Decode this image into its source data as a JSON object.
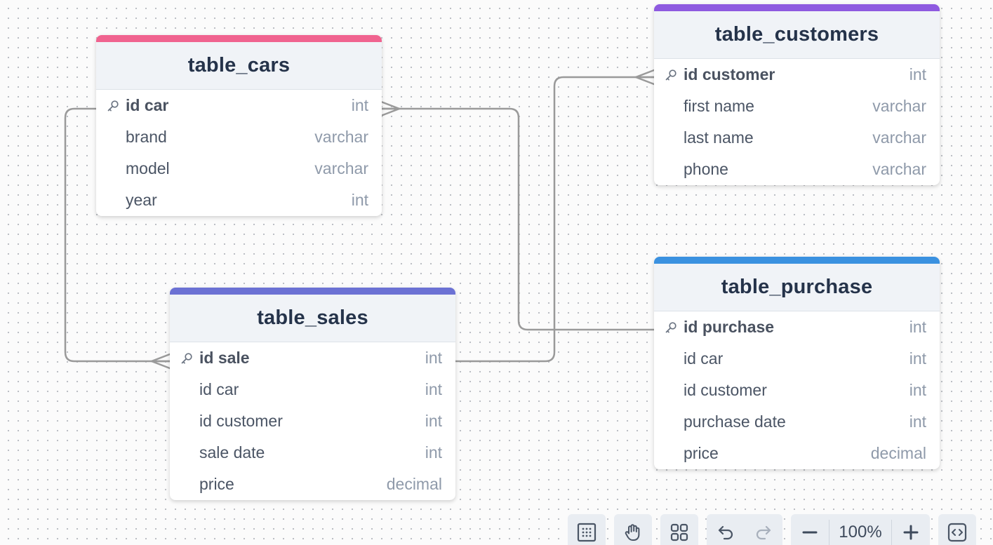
{
  "tables": [
    {
      "name": "table_cars",
      "accent": "#f0638f",
      "fields": [
        {
          "name": "id car",
          "type": "int",
          "pk": true
        },
        {
          "name": "brand",
          "type": "varchar",
          "pk": false
        },
        {
          "name": "model",
          "type": "varchar",
          "pk": false
        },
        {
          "name": "year",
          "type": "int",
          "pk": false
        }
      ]
    },
    {
      "name": "table_customers",
      "accent": "#8e5ae0",
      "fields": [
        {
          "name": "id customer",
          "type": "int",
          "pk": true
        },
        {
          "name": "first name",
          "type": "varchar",
          "pk": false
        },
        {
          "name": "last name",
          "type": "varchar",
          "pk": false
        },
        {
          "name": "phone",
          "type": "varchar",
          "pk": false
        }
      ]
    },
    {
      "name": "table_sales",
      "accent": "#6b71d4",
      "fields": [
        {
          "name": "id sale",
          "type": "int",
          "pk": true
        },
        {
          "name": "id car",
          "type": "int",
          "pk": false
        },
        {
          "name": "id customer",
          "type": "int",
          "pk": false
        },
        {
          "name": "sale date",
          "type": "int",
          "pk": false
        },
        {
          "name": "price",
          "type": "decimal",
          "pk": false
        }
      ]
    },
    {
      "name": "table_purchase",
      "accent": "#3a91e0",
      "fields": [
        {
          "name": "id purchase",
          "type": "int",
          "pk": true
        },
        {
          "name": "id car",
          "type": "int",
          "pk": false
        },
        {
          "name": "id customer",
          "type": "int",
          "pk": false
        },
        {
          "name": "purchase date",
          "type": "int",
          "pk": false
        },
        {
          "name": "price",
          "type": "decimal",
          "pk": false
        }
      ]
    }
  ],
  "relationships": [
    {
      "from": "table_cars.id car",
      "to": "table_sales.id sale",
      "to_end": "many"
    },
    {
      "from": "table_purchase.id purchase",
      "to": "table_cars.id car",
      "to_end": "many"
    },
    {
      "from": "table_sales.id sale",
      "to": "table_customers.id customer",
      "to_end": "many"
    }
  ],
  "toolbar": {
    "zoom_label": "100%",
    "buttons": [
      "grid-icon",
      "hand-icon",
      "tables-icon",
      "undo-icon",
      "redo-icon",
      "zoom-out-icon",
      "zoom-in-icon",
      "code-icon"
    ]
  },
  "colors": {
    "edge": "#9a9a9a",
    "header_bg": "#f0f3f7",
    "title": "#25334a",
    "field_name": "#4b5565",
    "field_type": "#8f9aaa"
  }
}
